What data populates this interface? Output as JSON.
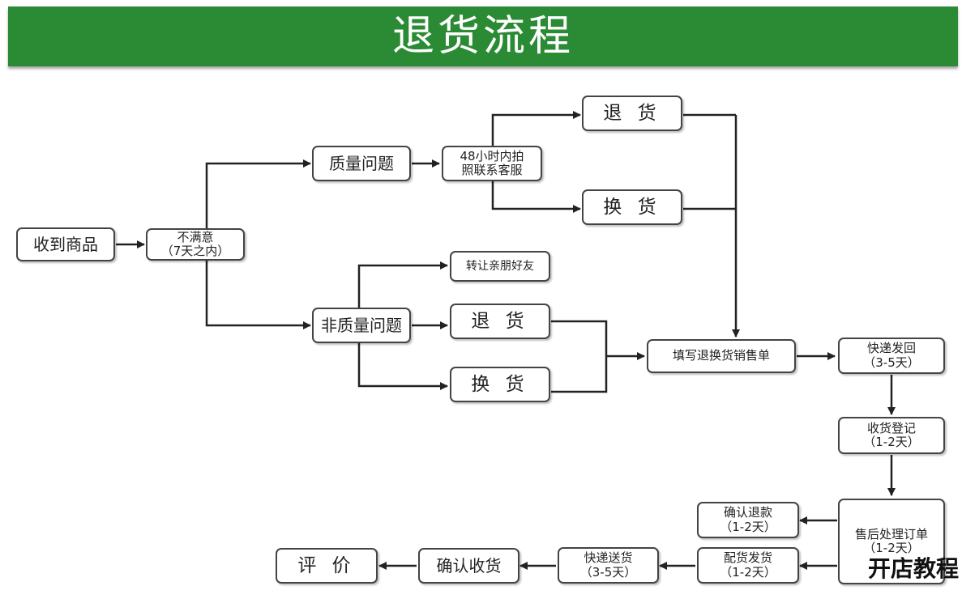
{
  "banner": {
    "title": "退货流程",
    "color": "#2b8a34"
  },
  "nodes": {
    "receive_goods": {
      "label": "收到商品"
    },
    "unsatisfied": {
      "line1": "不满意",
      "line2": "（7天之内）"
    },
    "quality_issue": {
      "label": "质量问题"
    },
    "photo_contact": {
      "line1": "48小时内拍",
      "line2": "照联系客服"
    },
    "quality_return": {
      "label": "退 货"
    },
    "quality_exchange": {
      "label": "换 货"
    },
    "non_quality_issue": {
      "label": "非质量问题"
    },
    "transfer_friends": {
      "label": "转让亲朋好友"
    },
    "nonq_return": {
      "label": "退 货"
    },
    "nonq_exchange": {
      "label": "换 货"
    },
    "fill_form": {
      "label": "填写退换货销售单"
    },
    "express_back": {
      "line1": "快递发回",
      "line2": "（3-5天）"
    },
    "receipt_register": {
      "line1": "收货登记",
      "line2": "（1-2天）"
    },
    "after_sales": {
      "line1": "售后处理订单",
      "line2": "（1-2天）"
    },
    "confirm_refund": {
      "line1": "确认退款",
      "line2": "（1-2天）"
    },
    "allocate_ship": {
      "line1": "配货发货",
      "line2": "（1-2天）"
    },
    "express_deliver": {
      "line1": "快递送货",
      "line2": "（3-5天）"
    },
    "confirm_receipt": {
      "label": "确认收货"
    },
    "review": {
      "label": "评 价"
    }
  },
  "watermark": {
    "text": "开店教程"
  }
}
